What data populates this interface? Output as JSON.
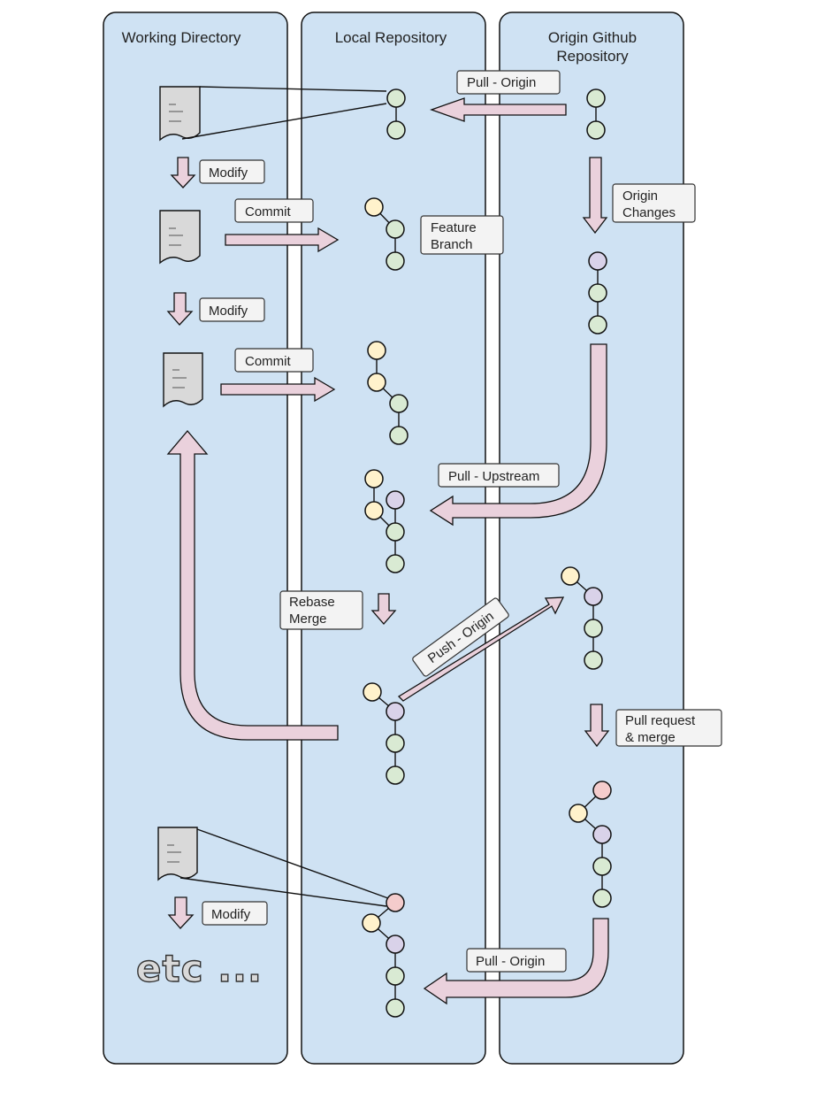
{
  "lanes": {
    "working": "Working Directory",
    "local": "Local Repository",
    "origin_line1": "Origin Github",
    "origin_line2": "Repository"
  },
  "labels": {
    "pull_origin_top": "Pull - Origin",
    "modify_1": "Modify",
    "commit_1": "Commit",
    "feature_branch_l1": "Feature",
    "feature_branch_l2": "Branch",
    "origin_changes_l1": "Origin",
    "origin_changes_l2": "Changes",
    "modify_2": "Modify",
    "commit_2": "Commit",
    "pull_upstream": "Pull - Upstream",
    "rebase_merge_l1": "Rebase",
    "rebase_merge_l2": "Merge",
    "push_origin": "Push - Origin",
    "pull_request_l1": "Pull request",
    "pull_request_l2": "& merge",
    "modify_3": "Modify",
    "pull_origin_bottom": "Pull - Origin",
    "etc": "etc ..."
  },
  "node_colors": {
    "green": "#d9ead3",
    "yellow": "#fff2cc",
    "purple": "#d9d2e9",
    "pink": "#f4cccc"
  },
  "colors": {
    "lane_fill": "#cfe2f3",
    "arrow_fill": "#ead1dc",
    "label_fill": "#f3f3f3",
    "doc_fill": "#d9d9d9"
  },
  "graphs": [
    {
      "name": "local-graph-1",
      "nodes": [
        "green",
        "green"
      ]
    },
    {
      "name": "origin-graph-1",
      "nodes": [
        "green",
        "green"
      ]
    },
    {
      "name": "local-graph-2",
      "nodes": [
        "yellow",
        "green",
        "green"
      ]
    },
    {
      "name": "origin-graph-2",
      "nodes": [
        "purple",
        "green",
        "green"
      ]
    },
    {
      "name": "local-graph-3",
      "nodes": [
        "yellow",
        "yellow",
        "green",
        "green"
      ]
    },
    {
      "name": "local-graph-4",
      "nodes": [
        "yellow",
        "yellow",
        "purple",
        "green",
        "green"
      ]
    },
    {
      "name": "origin-graph-3",
      "nodes": [
        "yellow",
        "purple",
        "green",
        "green"
      ]
    },
    {
      "name": "local-graph-5",
      "nodes": [
        "yellow",
        "purple",
        "green",
        "green"
      ]
    },
    {
      "name": "origin-graph-4",
      "nodes": [
        "pink",
        "yellow",
        "purple",
        "green",
        "green"
      ]
    },
    {
      "name": "local-graph-6",
      "nodes": [
        "pink",
        "yellow",
        "purple",
        "green",
        "green"
      ]
    }
  ]
}
